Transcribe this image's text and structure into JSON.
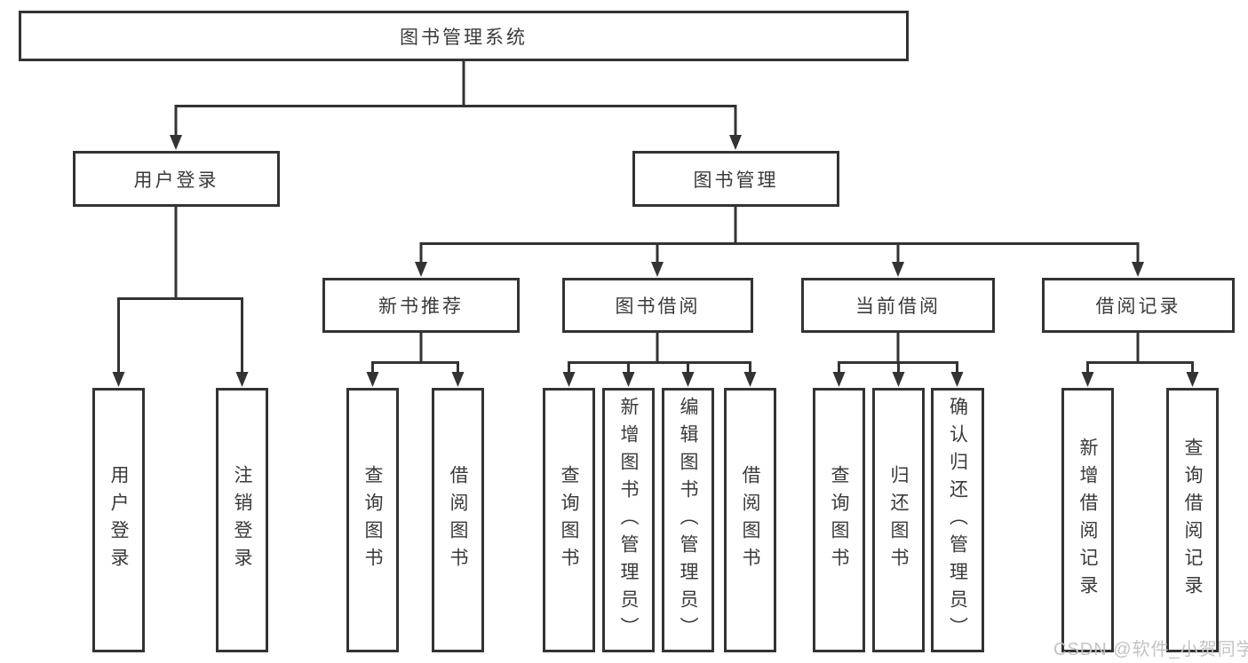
{
  "diagram": {
    "root": {
      "label": "图书管理系统"
    },
    "level2": [
      {
        "label": "用户登录"
      },
      {
        "label": "图书管理"
      }
    ],
    "level3": [
      {
        "label": "新书推荐"
      },
      {
        "label": "图书借阅"
      },
      {
        "label": "当前借阅"
      },
      {
        "label": "借阅记录"
      }
    ],
    "leaves": {
      "user_login": [
        "用户登录",
        "注销登录"
      ],
      "new_books": [
        "查询图书",
        "借阅图书"
      ],
      "book_borrow": [
        "查询图书",
        "新增图书（管理员）",
        "编辑图书（管理员）",
        "借阅图书"
      ],
      "current_borrow": [
        "查询图书",
        "归还图书",
        "确认归还（管理员）"
      ],
      "borrow_records": [
        "新增借阅记录",
        "查询借阅记录"
      ]
    }
  },
  "watermark": "CSDN @软件_小贺同学",
  "colors": {
    "line": "#333333",
    "text": "#3a3a3a",
    "watermark": "#c3c3c3",
    "background": "#ffffff"
  }
}
